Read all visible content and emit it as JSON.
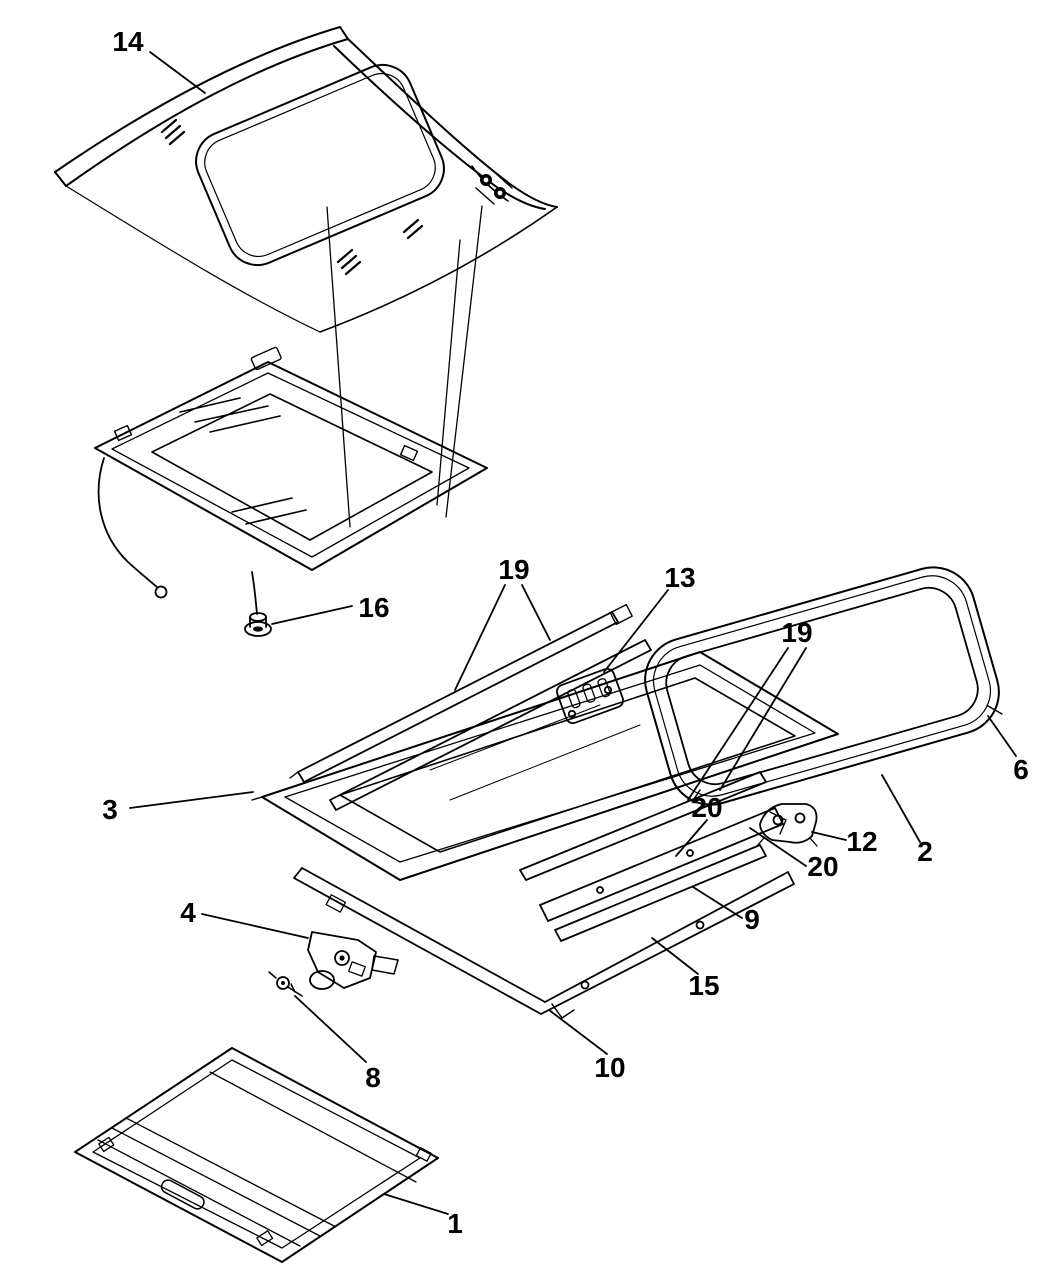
{
  "colors": {
    "ink": "#000000",
    "background": "#ffffff"
  },
  "callouts": {
    "c1": {
      "label": "1"
    },
    "c2": {
      "label": "2"
    },
    "c3": {
      "label": "3"
    },
    "c4": {
      "label": "4"
    },
    "c6": {
      "label": "6"
    },
    "c8": {
      "label": "8"
    },
    "c9": {
      "label": "9"
    },
    "c10": {
      "label": "10"
    },
    "c12": {
      "label": "12"
    },
    "c13": {
      "label": "13"
    },
    "c14": {
      "label": "14"
    },
    "c15": {
      "label": "15"
    },
    "c16": {
      "label": "16"
    },
    "c19a": {
      "label": "19"
    },
    "c19b": {
      "label": "19"
    },
    "c20a": {
      "label": "20"
    },
    "c20b": {
      "label": "20"
    }
  }
}
